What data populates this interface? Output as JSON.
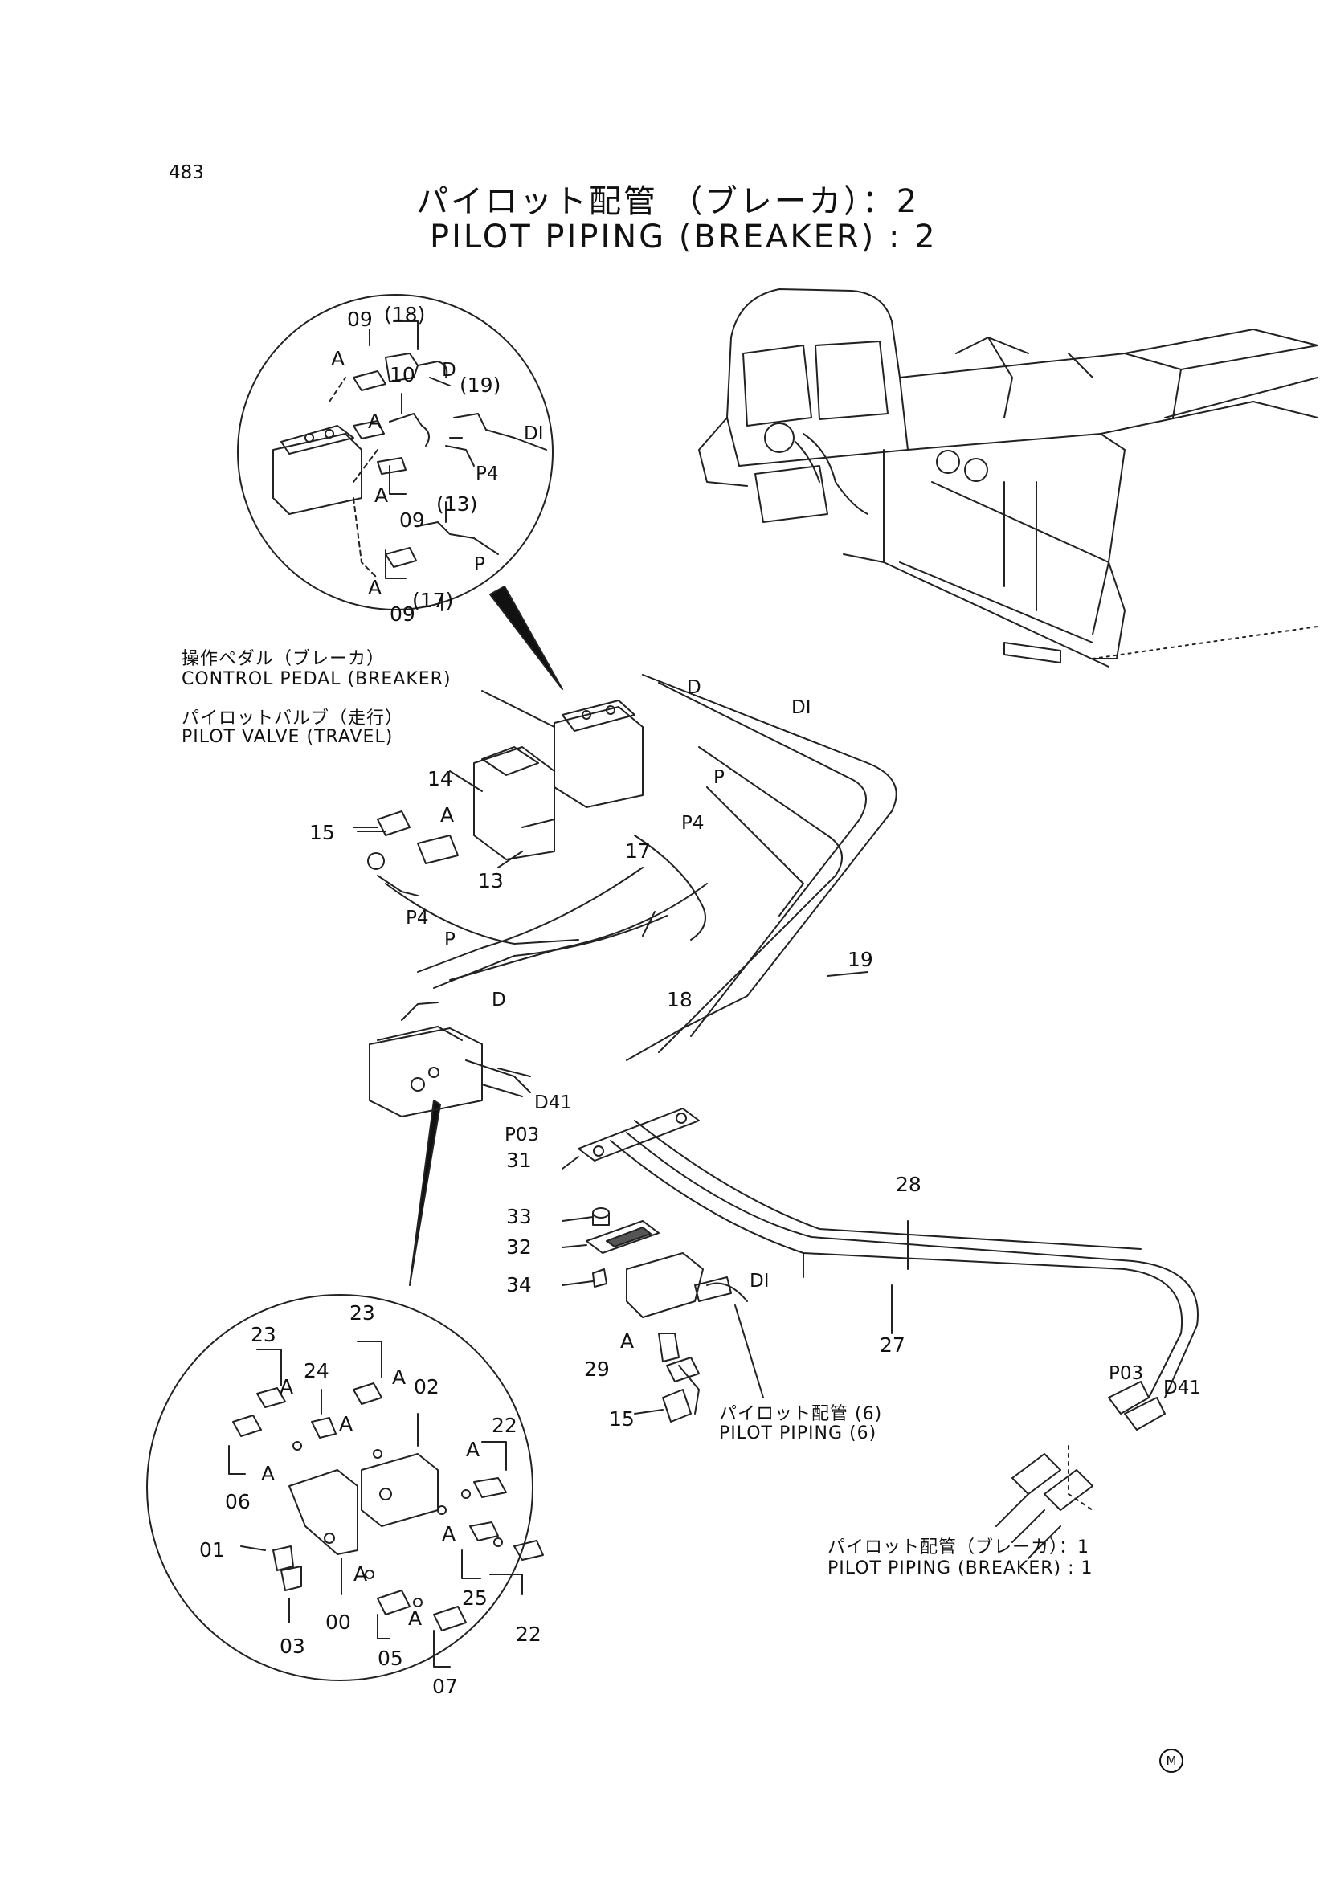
{
  "page_number": "483",
  "title_jp": "パイロット配管 （ブレーカ）：2",
  "title_en": "PILOT PIPING (BREAKER) : 2",
  "callouts": {
    "control_pedal_jp": "操作ペダル（ブレーカ）",
    "control_pedal_en": "CONTROL PEDAL (BREAKER)",
    "pilot_valve_jp": "パイロットバルブ（走行）",
    "pilot_valve_en": "PILOT VALVE (TRAVEL)",
    "pilot_piping6_jp": "パイロット配管 (6)",
    "pilot_piping6_en": "PILOT PIPING (6)",
    "pilot_piping_breaker1_jp": "パイロット配管（ブレーカ）：1",
    "pilot_piping_breaker1_en": "PILOT PIPING (BREAKER) : 1"
  },
  "upper_detail": {
    "part_labels": [
      "09",
      "(18)",
      "10",
      "(19)",
      "(13)",
      "09",
      "(17)",
      "09"
    ],
    "port_labels": [
      "D",
      "DI",
      "P4",
      "P"
    ],
    "marker": "A"
  },
  "main_assembly": {
    "part_labels": [
      "14",
      "15",
      "13",
      "17",
      "18",
      "19",
      "31",
      "33",
      "32",
      "34",
      "28",
      "27",
      "29",
      "15"
    ],
    "port_labels": [
      "D",
      "DI",
      "P",
      "P4",
      "P4",
      "P",
      "D",
      "D41",
      "P03",
      "DI",
      "P03",
      "D41"
    ],
    "marker": "A"
  },
  "lower_detail": {
    "part_labels": [
      "23",
      "23",
      "24",
      "02",
      "22",
      "06",
      "01",
      "03",
      "00",
      "05",
      "25",
      "07",
      "22"
    ],
    "marker": "A"
  },
  "maker_mark": "M"
}
